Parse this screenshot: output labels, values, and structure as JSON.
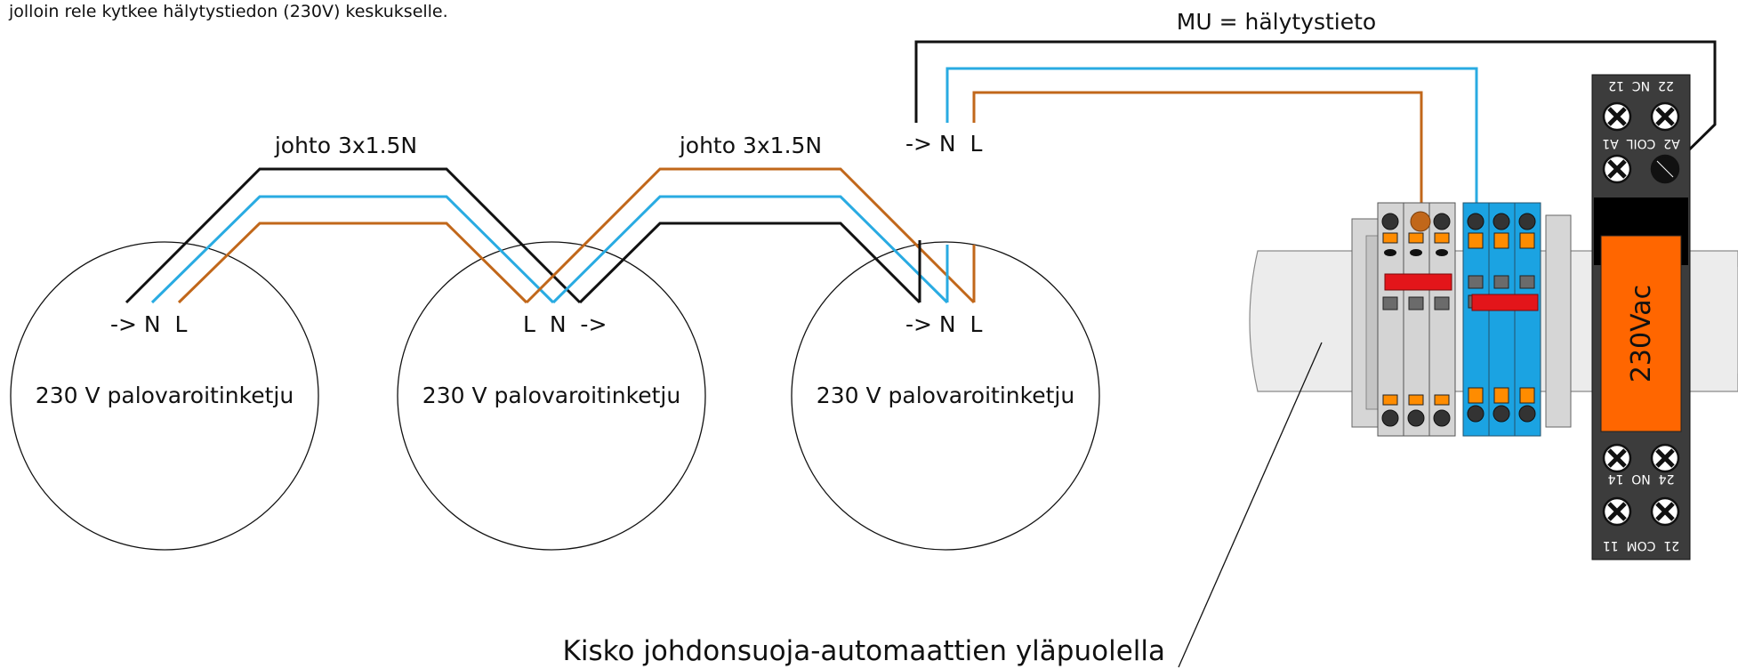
{
  "note": "jolloin rele kytkee hälytystiedon (230V) keskukselle.",
  "alarm_label": "MU = hälytystieto",
  "cables": [
    "johto 3x1.5N",
    "johto 3x1.5N"
  ],
  "detectors": [
    "230 V palovaroitinketju",
    "230 V palovaroitinketju",
    "230 V palovaroitinketju"
  ],
  "terminals": {
    "first": "-> N  L",
    "middle": "L  N  ->",
    "last_bottom": "-> N  L",
    "last_top": "-> N  L"
  },
  "relay": {
    "voltage": "230Vac",
    "top_label": "22  NC  12",
    "coil_label": "A2  COIL  A1",
    "no_label": "24  NO  14",
    "com_label": "21  COM  11"
  },
  "rail_label": "Kisko johdonsuoja-automaattien yläpuolella",
  "colors": {
    "black": "#111111",
    "blue": "#29abe2",
    "brown": "#c1671a",
    "relay_body": "#3c3c3c",
    "relay_coil": "#ff6600",
    "terminal_blue": "#1ba3e2",
    "terminal_grey": "#d4d4d4",
    "terminal_orange": "#ff8c00",
    "red_bar": "#e3151a",
    "rail": "#eaeaea"
  }
}
